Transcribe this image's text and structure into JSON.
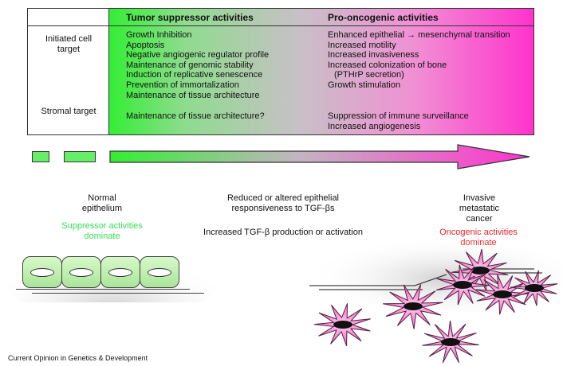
{
  "table": {
    "col_tumor_header": "Tumor suppressor activities",
    "col_pro_header": "Pro-oncogenic activities",
    "row_initiated_label": "Initiated cell target",
    "row_stromal_label": "Stromal target",
    "tumor_initiated": [
      "Growth Inhibition",
      "Apoptosis",
      "Negative angiogenic regulator profile",
      "Maintenance of genomic stability",
      "Induction of replicative senescence",
      "Prevention of immortalization",
      "Maintenance of tissue architecture"
    ],
    "pro_initiated": [
      "Enhanced epithelial → mesenchymal transition",
      "Increased motility",
      "Increased invasiveness",
      "Increased colonization of bone",
      "(PTHrP secretion)",
      "Growth stimulation"
    ],
    "tumor_stromal": [
      "Maintenance of tissue architecture?"
    ],
    "pro_stromal": [
      "Suppression of immune surveillance",
      "Increased angiogenesis"
    ]
  },
  "stages": {
    "normal": "Normal epithelium",
    "normal_note": "Suppressor activities dominate",
    "middle_line1": "Reduced or altered epithelial responsiveness to TGF-βs",
    "middle_line2": "Increased TGF-β production or activation",
    "invasive": "Invasive metastatic cancer",
    "invasive_note": "Oncogenic activities dominate"
  },
  "credit": "Current Opinion in Genetics & Development",
  "colors": {
    "suppressor": "#33dd55",
    "oncogenic": "#ee2222",
    "gradient_start": "#33ee33",
    "gradient_end": "#ff33cc"
  }
}
